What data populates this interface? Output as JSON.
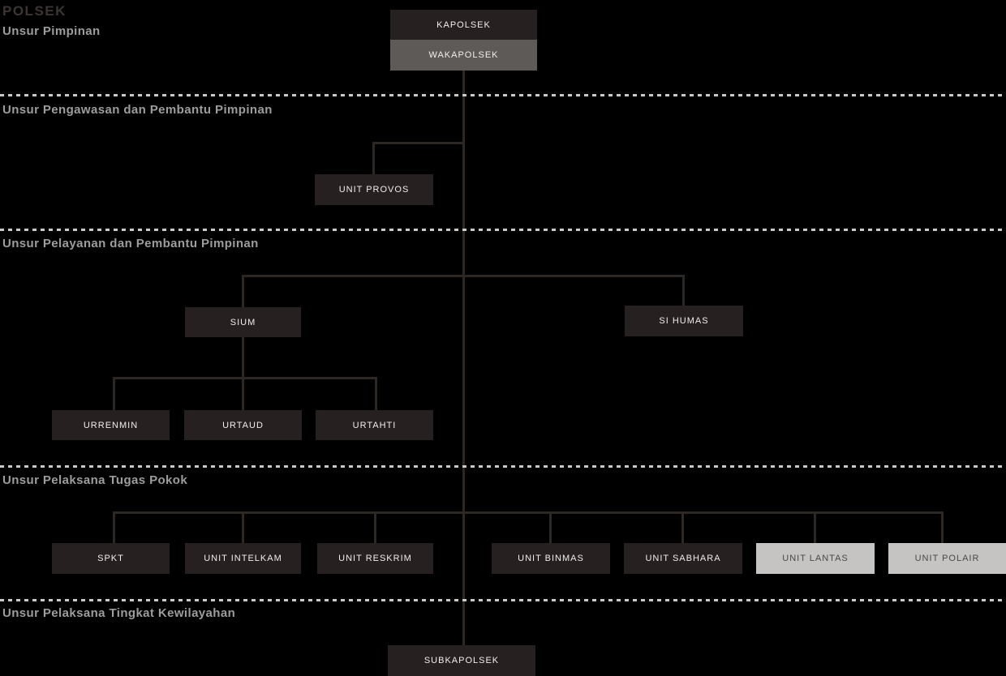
{
  "page": {
    "title": "POLSEK"
  },
  "sections": [
    {
      "label": "Unsur Pimpinan"
    },
    {
      "label": "Unsur Pengawasan dan Pembantu Pimpinan"
    },
    {
      "label": "Unsur Pelayanan dan Pembantu Pimpinan"
    },
    {
      "label": "Unsur Pelaksana Tugas Pokok"
    },
    {
      "label": "Unsur Pelaksana Tingkat Kewilayahan"
    }
  ],
  "nodes": {
    "kapolsek": "KAPOLSEK",
    "wakapolsek": "WAKAPOLSEK",
    "unit_provos": "UNIT PROVOS",
    "sium": "SIUM",
    "si_humas": "SI HUMAS",
    "urrenmin": "URRENMIN",
    "urtaud": "URTAUD",
    "urtahti": "URTAHTI",
    "spkt": "SPKT",
    "unit_intelkam": "UNIT INTELKAM",
    "unit_reskrim": "UNIT RESKRIM",
    "unit_binmas": "UNIT BINMAS",
    "unit_sabhara": "UNIT SABHARA",
    "unit_lantas": "UNIT LANTAS",
    "unit_polair": "UNIT POLAIR",
    "subkapolsek": "SUBKAPOLSEK"
  },
  "colors": {
    "background": "#000000",
    "node_dark": "#262120",
    "node_gray": "#5e5a58",
    "node_light": "#c5c4c3",
    "node_dark_text": "#f0eeed",
    "node_light_text": "#4c4845",
    "connector": "#2e2825",
    "divider": "#c9c9c9",
    "section_label": "#9d9d9d",
    "page_title": "#3b3533"
  }
}
